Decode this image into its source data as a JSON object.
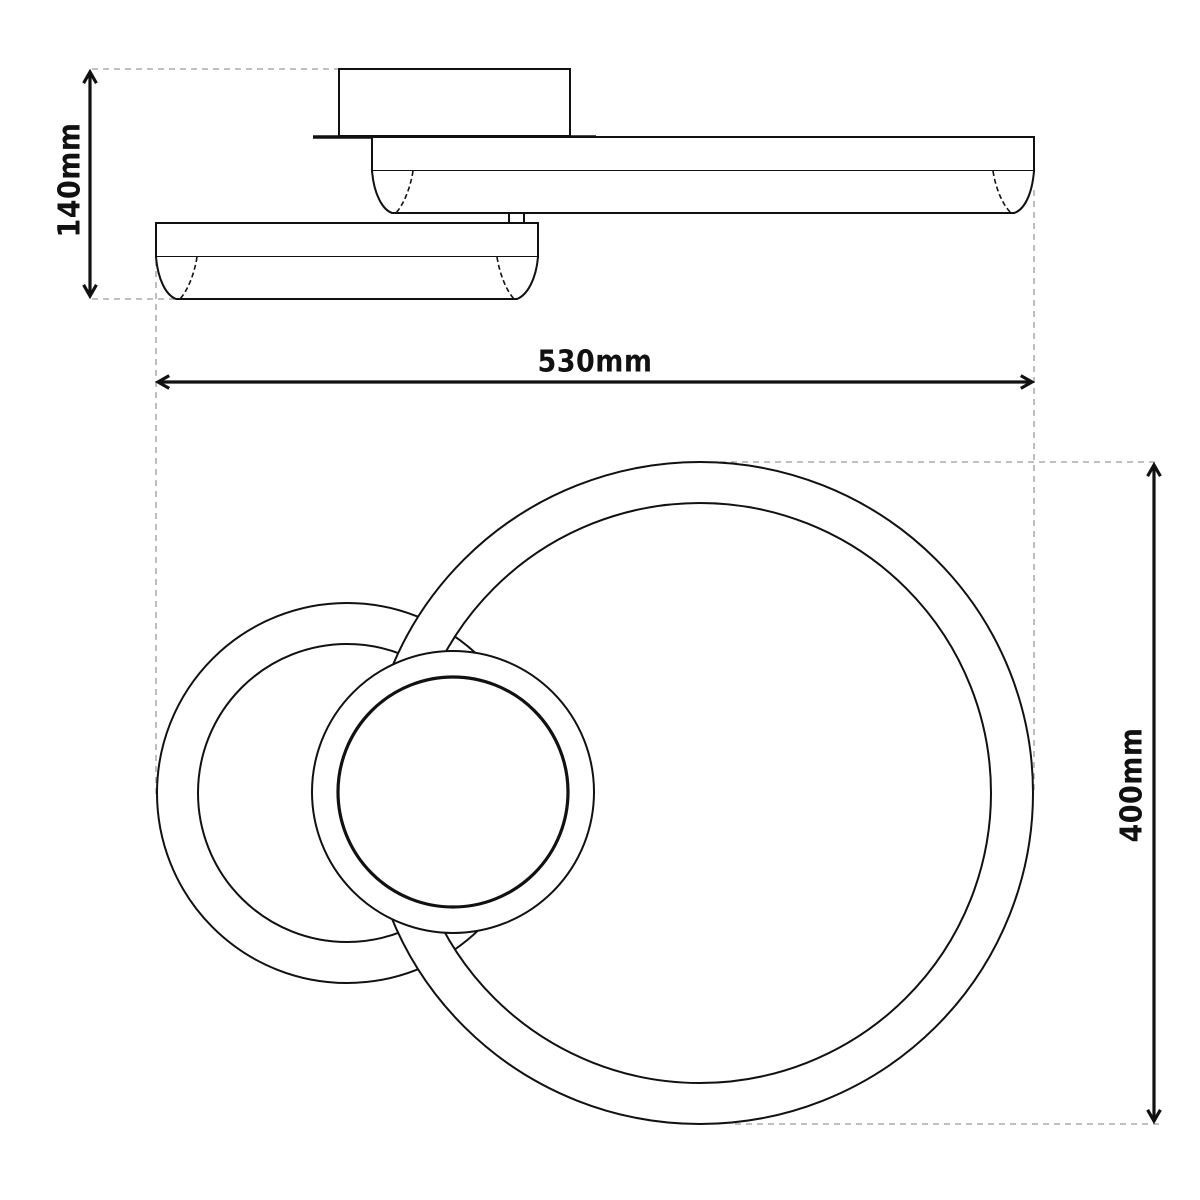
{
  "diagram": {
    "type": "technical dimension drawing",
    "subject": "ceiling light with three overlapping rings",
    "views": [
      "side-view",
      "top-view"
    ],
    "colors": {
      "line": "#111111",
      "dimension_guide": "#9a9a9a",
      "background": "#ffffff"
    }
  },
  "dimensions": {
    "height": {
      "label": "140mm",
      "value": 140,
      "unit": "mm",
      "orientation": "vertical"
    },
    "width": {
      "label": "530mm",
      "value": 530,
      "unit": "mm",
      "orientation": "horizontal"
    },
    "depth": {
      "label": "400mm",
      "value": 400,
      "unit": "mm",
      "orientation": "vertical"
    }
  }
}
